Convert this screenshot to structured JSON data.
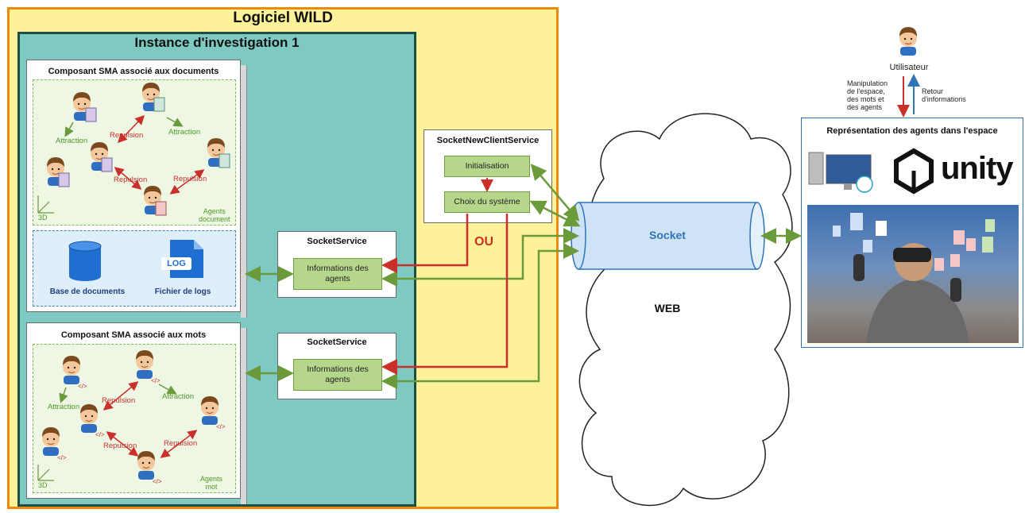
{
  "wild_title": "Logiciel WILD",
  "instance_title": "Instance d'investigation 1",
  "doc_component": {
    "title": "Composant SMA associé aux documents",
    "relations": {
      "attraction_1": "Attraction",
      "attraction_2": "Attraction",
      "repulsion_1": "Repulsion",
      "repulsion_2": "Repulsion",
      "repulsion_3": "Repulsion"
    },
    "axis_label": "3D",
    "agents_label_line1": "Agents",
    "agents_label_line2": "document",
    "db_label": "Base de documents",
    "log_badge": "LOG",
    "log_label": "Fichier de logs"
  },
  "word_component": {
    "title": "Composant SMA associé aux mots",
    "relations": {
      "attraction_1": "Attraction",
      "attraction_2": "Attraction",
      "repulsion_1": "Repulsion",
      "repulsion_2": "Repulsion",
      "repulsion_3": "Repulsion"
    },
    "axis_label": "3D",
    "agents_label_line1": "Agents",
    "agents_label_line2": "mot"
  },
  "socket_service_1": {
    "title": "SocketService",
    "box_line1": "Informations des",
    "box_line2": "agents"
  },
  "socket_service_2": {
    "title": "SocketService",
    "box_line1": "Informations des",
    "box_line2": "agents"
  },
  "new_client": {
    "title": "SocketNewClientService",
    "init": "Initialisation",
    "choice": "Choix du système"
  },
  "ou_label": "OU",
  "socket_label": "Socket",
  "web_label": "WEB",
  "user_label": "Utilisateur",
  "manip_lines": [
    "Manipulation",
    "de l'espace,",
    "des mots et",
    "des agents"
  ],
  "retour_lines": [
    "Retour",
    "d'informations"
  ],
  "rep_title": "Représentation des agents dans l'espace",
  "unity_label": "unity",
  "colors": {
    "orange": "#f08a00",
    "yellow": "#fdf19a",
    "teal": "#7fc9c3",
    "green_arrow": "#6a9a3a",
    "red_arrow": "#c9302c",
    "blue": "#2e75b6"
  },
  "icons": [
    "person-icon",
    "document-icon",
    "database-icon",
    "log-file-icon",
    "computer-icon",
    "unity-logo",
    "cloud-icon",
    "cylinder-icon"
  ]
}
